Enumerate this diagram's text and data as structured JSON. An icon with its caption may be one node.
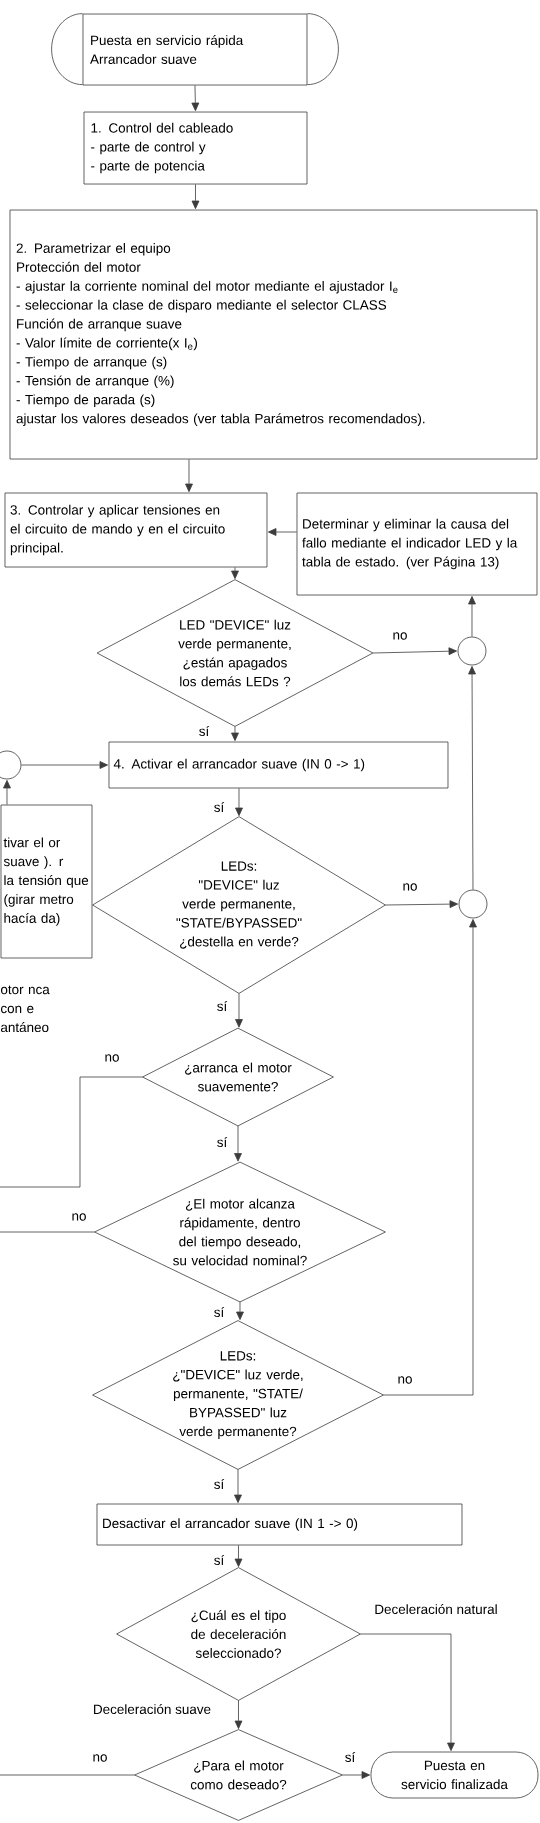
{
  "diagram": {
    "nodes": [
      {
        "text": [
          "Puesta en servicio rápida",
          "Arrancador suave"
        ]
      },
      {
        "text": [
          "1. Control del cableado",
          "- parte de control y",
          "- parte de potencia"
        ]
      },
      {
        "text": [
          "2. Parametrizar el equipo",
          "Protección del motor",
          "- ajustar la corriente nominal del motor mediante el ajustador I$_{e}$",
          "- seleccionar la clase de disparo mediante el selector CLASS",
          "Función de arranque suave",
          "- Valor límite de corriente(x I$_{e}$)",
          "- Tiempo de arranque (s)",
          "- Tensión de arranque (%)",
          "- Tiempo de parada (s)",
          "ajustar los valores deseados (ver tabla Parámetros recomendados)."
        ]
      },
      {
        "text": [
          "3. Controlar y aplicar tensiones en el circuito de mando y en el circuito principal."
        ]
      },
      {
        "text": [
          "Determinar y eliminar la causa del fallo mediante el indicador LED y la tabla de estado. (ver Página 13)"
        ]
      },
      {
        "text": [
          "LED \"DEVICE\" luz verde permanente, ¿están apagados los demás LEDs ?"
        ]
      },
      {
        "text": [],
        "shape": "circle"
      },
      {
        "text": [
          "4. Activar el arrancador suave (IN 0 -> 1)"
        ]
      },
      {
        "text": [],
        "shape": "circle"
      },
      {
        "text": [
          "tivar el or suave ). r la tensión que (girar metro hacía da)"
        ]
      },
      {
        "text": [
          "LEDs:",
          "\"DEVICE\" luz verde permanente, \"STATE/BYPASSED\" ¿destella en verde?"
        ]
      },
      {
        "text": [],
        "shape": "circle"
      },
      {
        "text": [
          "¿arranca el motor suavemente?"
        ]
      },
      {
        "text": [
          "¿El motor alcanza rápidamente, dentro del tiempo deseado, su velocidad nominal?"
        ]
      },
      {
        "text": [
          "LEDs:",
          "¿\"DEVICE\" luz verde, permanente, \"STATE/ BYPASSED\" luz verde permanente?"
        ]
      },
      {
        "text": [
          "Desactivar el arrancador suave (IN 1 -> 0)"
        ]
      },
      {
        "text": [
          "¿Cuál es el tipo de deceleración seleccionado?"
        ]
      },
      {
        "text": [
          "¿Para el motor como deseado?"
        ]
      },
      {
        "text": [
          "Puesta en servicio finalizada"
        ]
      }
    ],
    "edges": [
      {
        "from": 0,
        "to": 1,
        "arrow": "to"
      },
      {
        "from": 1,
        "to": 2,
        "arrow": "to"
      },
      {
        "from": 2,
        "to": 3,
        "arrow": "to"
      },
      {
        "from": 4,
        "to": 3,
        "arrow": "to"
      },
      {
        "from": 3,
        "to": 5,
        "arrow": "to"
      },
      {
        "from": 5,
        "to": 6,
        "arrow": "to",
        "label": "no"
      },
      {
        "from": 6,
        "to": 4,
        "arrow": "to"
      },
      {
        "from": 5,
        "to": 7,
        "arrow": "to",
        "label": "sí"
      },
      {
        "from": 8,
        "to": 7,
        "arrow": "to"
      },
      {
        "from": 9,
        "to": 8,
        "arrow": "to"
      },
      {
        "from": 7,
        "to": 10,
        "arrow": "to",
        "label": "sí"
      },
      {
        "from": 10,
        "to": 11,
        "arrow": "to",
        "label": "no"
      },
      {
        "from": 11,
        "to": 6,
        "arrow": "to"
      },
      {
        "from": 10,
        "to": 12,
        "arrow": "to",
        "label": "sí"
      },
      {
        "from": 12,
        "to": null,
        "arrow": "none",
        "label": "no"
      },
      {
        "from": 12,
        "to": 13,
        "arrow": "to",
        "label": "sí"
      },
      {
        "from": 13,
        "to": null,
        "arrow": "none",
        "label": "no"
      },
      {
        "from": 13,
        "to": 14,
        "arrow": "to",
        "label": "sí"
      },
      {
        "from": 14,
        "to": 11,
        "arrow": "to",
        "label": "no"
      },
      {
        "from": 14,
        "to": 15,
        "arrow": "to",
        "label": "sí"
      },
      {
        "from": 15,
        "to": 16,
        "arrow": "to",
        "label": "sí"
      },
      {
        "from": 16,
        "to": 18,
        "arrow": "to",
        "label": "Deceleración natural"
      },
      {
        "from": 16,
        "to": 17,
        "arrow": "to",
        "label": "Deceleración suave"
      },
      {
        "from": 17,
        "to": 18,
        "arrow": "to",
        "label": "sí"
      },
      {
        "from": 17,
        "to": null,
        "arrow": "none",
        "label": "no"
      }
    ],
    "labels": [
      "otor nca con e antáneo"
    ]
  }
}
